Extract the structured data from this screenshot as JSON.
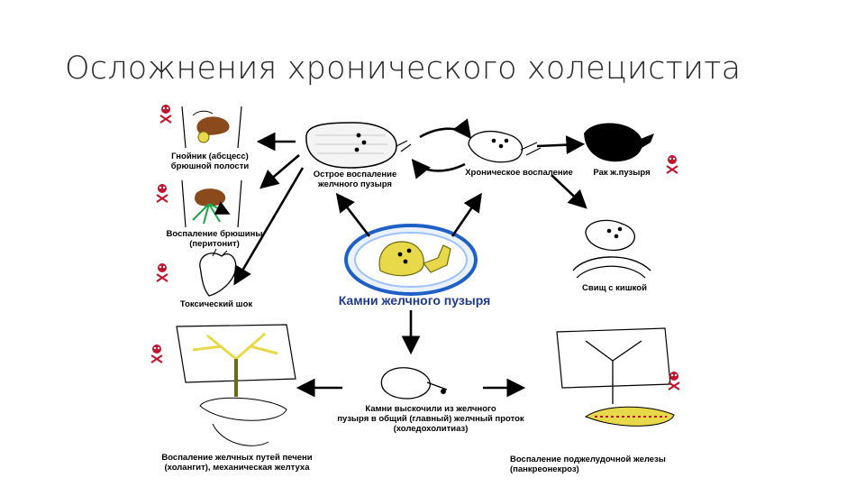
{
  "title": "Осложнения хронического холецистита",
  "center": {
    "label": "Камни желчного пузыря"
  },
  "labels": {
    "abscess": "Гнойник (абсцесс)\nбрюшной полости",
    "acute": "Острое воспаление\nжелчного пузыря",
    "chronic": "Хроническое воспаление",
    "cancer": "Рак ж.пузыря",
    "peritonitis": "Воспаление брюшины\n(перитонит)",
    "shock": "Токсический шок",
    "fistula": "Свищ с кишкой",
    "cholangitis": "Воспаление желчных путей печени\n(холангит), механическая желтуха",
    "duct": "Камни выскочили из желчного\nпузыря в общий (главный) желчный проток\n(холедохолитиаз)",
    "pancreas": "Воспаление поджелудочной железы\n(панкреонекроз)"
  },
  "colors": {
    "title": "#262626",
    "danger": "#c0142c",
    "center_ring": "#1f5fc6",
    "gallbladder": "#e8d94a",
    "peritonitis_arrows": "#1aa34a",
    "liver": "#8b4a1c"
  },
  "icons": [
    "skull-crossbones-icon"
  ]
}
